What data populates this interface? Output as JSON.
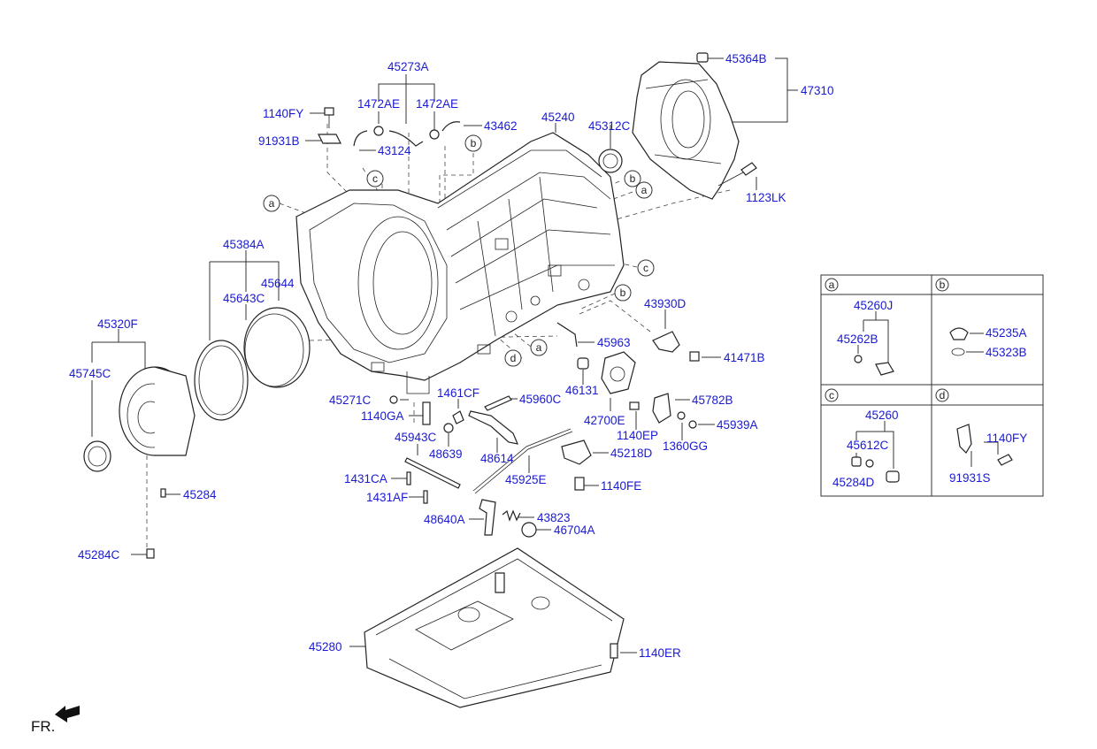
{
  "diagram": {
    "fr_label": "FR.",
    "callout_letters": {
      "a": "a",
      "b": "b",
      "c": "c",
      "d": "d"
    },
    "parts": {
      "p45273A": "45273A",
      "p1472AE_1": "1472AE",
      "p1472AE_2": "1472AE",
      "p43462": "43462",
      "p1140FY": "1140FY",
      "p91931B": "91931B",
      "p43124": "43124",
      "p45240": "45240",
      "p45312C": "45312C",
      "p45364B": "45364B",
      "p47310": "47310",
      "p1123LK": "1123LK",
      "p45384A": "45384A",
      "p45643C": "45643C",
      "p45644": "45644",
      "p45320F": "45320F",
      "p45745C": "45745C",
      "p45284": "45284",
      "p45284C": "45284C",
      "p43930D": "43930D",
      "p41471B": "41471B",
      "p45963": "45963",
      "p46131": "46131",
      "p45271C": "45271C",
      "p1140GA": "1140GA",
      "p1461CF": "1461CF",
      "p45960C": "45960C",
      "p42700E": "42700E",
      "p45782B": "45782B",
      "p1140EP": "1140EP",
      "p45939A": "45939A",
      "p1360GG": "1360GG",
      "p45943C": "45943C",
      "p48639": "48639",
      "p48614": "48614",
      "p45218D": "45218D",
      "p1431CA": "1431CA",
      "p45925E": "45925E",
      "p1140FE": "1140FE",
      "p1431AF": "1431AF",
      "p48640A": "48640A",
      "p43823": "43823",
      "p46704A": "46704A",
      "p45280": "45280",
      "p1140ER": "1140ER"
    },
    "inset": {
      "a": {
        "letter": "a",
        "p45260J": "45260J",
        "p45262B": "45262B"
      },
      "b": {
        "letter": "b",
        "p45235A": "45235A",
        "p45323B": "45323B"
      },
      "c": {
        "letter": "c",
        "p45260": "45260",
        "p45612C": "45612C",
        "p45284D": "45284D"
      },
      "d": {
        "letter": "d",
        "p1140FY": "1140FY",
        "p91931S": "91931S"
      }
    }
  }
}
